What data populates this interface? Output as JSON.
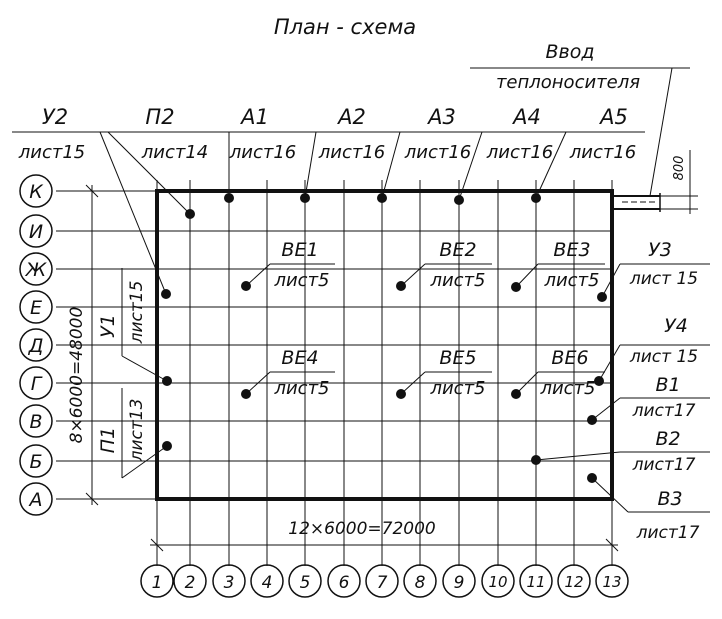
{
  "title": "План - схема",
  "inlet": {
    "line1": "Ввод",
    "line2": "теплоносителя",
    "dim": "800"
  },
  "dims": {
    "horizontal": "12×6000=72000",
    "vertical": "8×6000=48000"
  },
  "row_axes": [
    "К",
    "И",
    "Ж",
    "Е",
    "Д",
    "Г",
    "В",
    "Б",
    "А"
  ],
  "col_axes": [
    "1",
    "2",
    "3",
    "4",
    "5",
    "6",
    "7",
    "8",
    "9",
    "10",
    "11",
    "12",
    "13"
  ],
  "top_callouts": [
    {
      "name": "У2",
      "sheet": "лист15"
    },
    {
      "name": "П2",
      "sheet": "лист14"
    },
    {
      "name": "А1",
      "sheet": "лист16"
    },
    {
      "name": "А2",
      "sheet": "лист16"
    },
    {
      "name": "А3",
      "sheet": "лист16"
    },
    {
      "name": "А4",
      "sheet": "лист16"
    },
    {
      "name": "А5",
      "sheet": "лист16"
    }
  ],
  "fans": [
    {
      "name": "ВЕ1",
      "sheet": "лист5"
    },
    {
      "name": "ВЕ2",
      "sheet": "лист5"
    },
    {
      "name": "ВЕ3",
      "sheet": "лист5"
    },
    {
      "name": "ВЕ4",
      "sheet": "лист5"
    },
    {
      "name": "ВЕ5",
      "sheet": "лист5"
    },
    {
      "name": "ВЕ6",
      "sheet": "лист5"
    }
  ],
  "left_callouts": [
    {
      "name": "У1",
      "sheet": "лист15"
    },
    {
      "name": "П1",
      "sheet": "лист13"
    }
  ],
  "right_callouts": [
    {
      "name": "У3",
      "sheet": "лист 15"
    },
    {
      "name": "У4",
      "sheet": "лист 15"
    },
    {
      "name": "В1",
      "sheet": "лист17"
    },
    {
      "name": "В2",
      "sheet": "лист17"
    },
    {
      "name": "В3",
      "sheet": "лист17"
    }
  ]
}
